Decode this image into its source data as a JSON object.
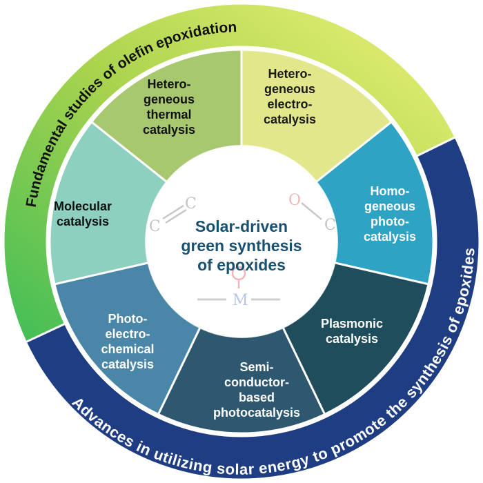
{
  "center": {
    "lines": [
      "Solar-driven",
      "green synthesis",
      "of epoxides"
    ],
    "molecule": {
      "atom_c1": "C",
      "atom_c2": "C",
      "atom_o": "O",
      "atom_c3": "C",
      "metal": "M"
    }
  },
  "outer_ring": {
    "top_text": "Fundamental studies of olefin epoxidation",
    "bottom_text": "Advances in utilizing solar energy to promote the synthesis of epoxides",
    "top_color": "#e6ef6a",
    "bottom_color": "#1e3d82"
  },
  "segments": [
    {
      "lines": [
        "Hetero-",
        "geneous",
        "electro-",
        "catalysis"
      ],
      "color": "#e3e78c",
      "text_color": "#1a1a1a"
    },
    {
      "lines": [
        "Homo-",
        "geneous",
        "photo-",
        "catalysis"
      ],
      "color": "#2ea3c3",
      "text_color": "#ffffff"
    },
    {
      "lines": [
        "Plasmonic",
        "catalysis"
      ],
      "color": "#1f4d5c",
      "text_color": "#ffffff"
    },
    {
      "lines": [
        "Semi-",
        "conductor-",
        "based",
        "photocatalysis"
      ],
      "color": "#2d5870",
      "text_color": "#ffffff"
    },
    {
      "lines": [
        "Photo-",
        "electro-",
        "chemical",
        "catalysis"
      ],
      "color": "#4a86a8",
      "text_color": "#ffffff"
    },
    {
      "lines": [
        "Molecular",
        "catalysis"
      ],
      "color": "#8ed0c0",
      "text_color": "#111111"
    },
    {
      "lines": [
        "Hetero-",
        "geneous",
        "thermal",
        "catalysis"
      ],
      "color": "#a8c870",
      "text_color": "#111111"
    }
  ]
}
